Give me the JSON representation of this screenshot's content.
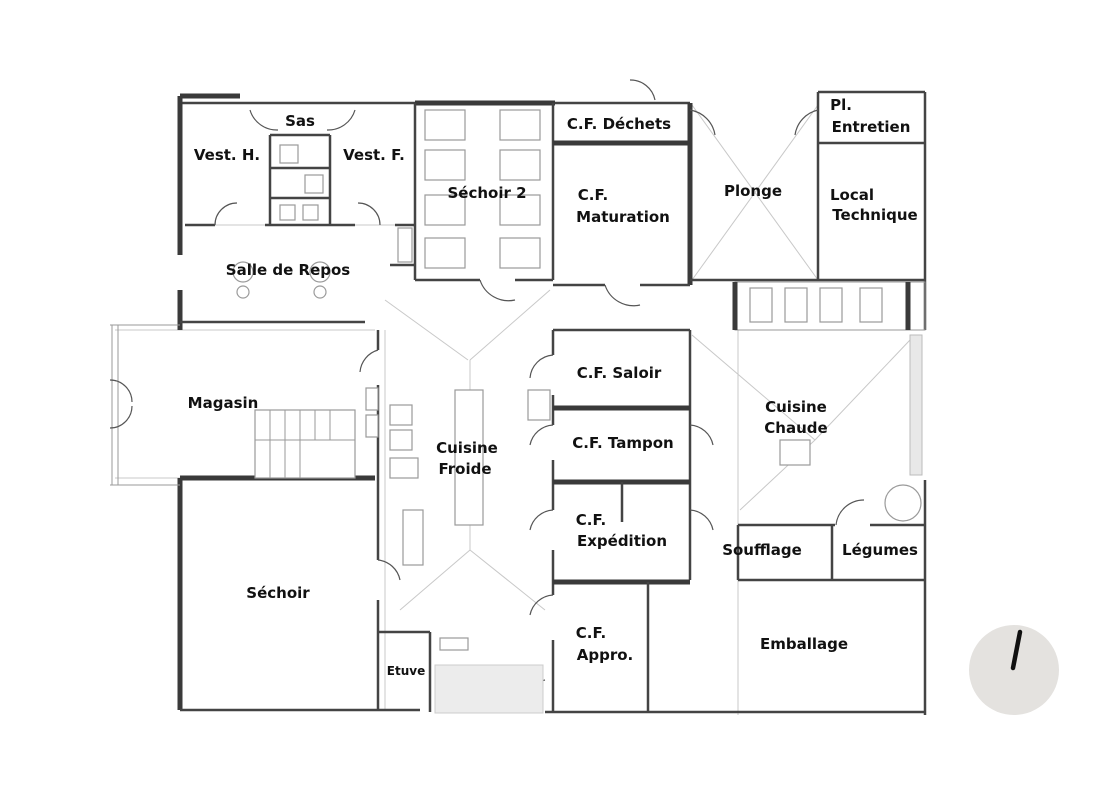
{
  "rooms": {
    "sas": "Sas",
    "vest_h": "Vest. H.",
    "vest_f": "Vest. F.",
    "sechoir_2": "Séchoir 2",
    "cf_dechets": "C.F. Déchets",
    "cf_maturation_1": "C.F.",
    "cf_maturation_2": "Maturation",
    "plonge": "Plonge",
    "pl_entretien_1": "Pl.",
    "pl_entretien_2": "Entretien",
    "local_technique_1": "Local",
    "local_technique_2": "Technique",
    "salle_de_repos": "Salle de Repos",
    "magasin": "Magasin",
    "cf_saloir": "C.F. Saloir",
    "cf_tampon": "C.F. Tampon",
    "cuisine_froide_1": "Cuisine",
    "cuisine_froide_2": "Froide",
    "cuisine_chaude_1": "Cuisine",
    "cuisine_chaude_2": "Chaude",
    "cf_expedition_1": "C.F.",
    "cf_expedition_2": "Expédition",
    "soufflage": "Soufflage",
    "legumes": "Légumes",
    "sechoir": "Séchoir",
    "cf_appro_1": "C.F.",
    "cf_appro_2": "Appro.",
    "emballage": "Emballage",
    "etuve": "Etuve"
  },
  "symbols": {
    "north_arrow": "north-arrow-icon"
  },
  "colors": {
    "wall": "#3a3a3a",
    "compass_disc": "#e4e2df"
  }
}
